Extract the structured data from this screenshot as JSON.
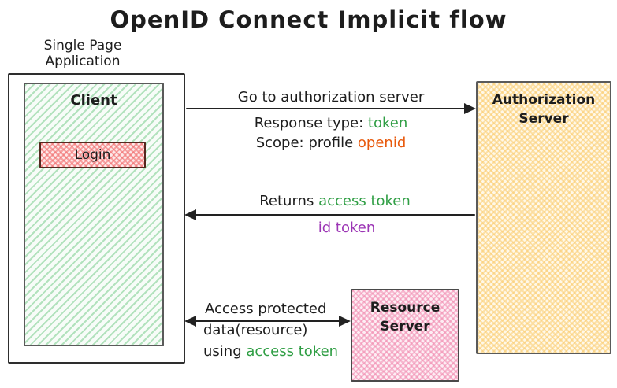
{
  "title": "OpenID Connect Implicit flow",
  "colors": {
    "ink": "#1d1d1d",
    "green": "#2f9e44",
    "orange": "#e8590c",
    "purple": "#9c36b5"
  },
  "spa": {
    "label": "Single Page Application",
    "client": {
      "label": "Client"
    },
    "login": {
      "label": "Login"
    }
  },
  "auth_server": {
    "label": "Authorization Server"
  },
  "resource_server": {
    "label": "Resource Server"
  },
  "arrows": {
    "to_auth_server": {
      "direction": "right",
      "label": "Go to authorization server",
      "response_type_label": "Response type:",
      "response_type_value": "token",
      "scope_label": "Scope: profile",
      "scope_value": "openid"
    },
    "returns_tokens": {
      "direction": "left",
      "label": "Returns",
      "value": "access token",
      "id_token": "id token"
    },
    "resource_access": {
      "direction": "both",
      "line1": "Access protected",
      "line2": "data(resource)",
      "line3_label": "using",
      "line3_value": "access token"
    }
  }
}
